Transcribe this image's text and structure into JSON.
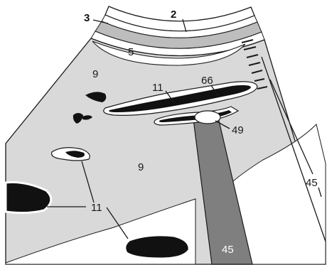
{
  "labels": {
    "l3": "3",
    "l2": "2",
    "l5": "5",
    "l9a": "9",
    "l11a": "11",
    "l66": "66",
    "l49": "49",
    "l9b": "9",
    "l45a": "45",
    "l11b": "11",
    "l45b": "45"
  },
  "colors": {
    "parenchyma": "#d9d9d9",
    "vessel": "#111111",
    "wall": "#ffffff",
    "shadow": "#7f7f7f",
    "outline": "#1a1a1a"
  }
}
